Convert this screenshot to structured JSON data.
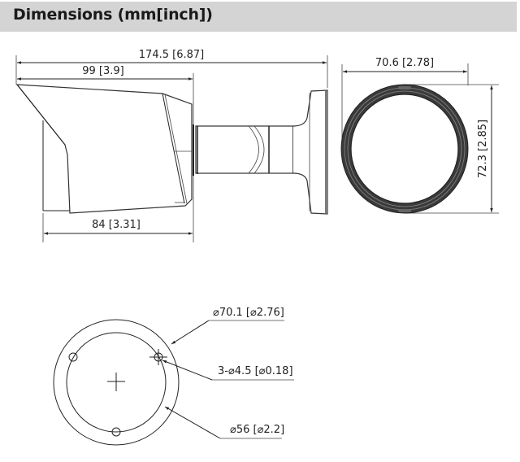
{
  "header": {
    "title": "Dimensions (mm[inch])"
  },
  "side_view": {
    "overall_length": "174.5 [6.87]",
    "housing_length": "99 [3.9]",
    "body_length": "84 [3.31]"
  },
  "front_view": {
    "width": "70.6 [2.78]",
    "height": "72.3 [2.85]"
  },
  "mount_base_view": {
    "outer_diameter": "⌀70.1 [⌀2.76]",
    "hole_spec": "3-⌀4.5 [⌀0.18]",
    "hole_circle_diameter": "⌀56 [⌀2.2]"
  }
}
